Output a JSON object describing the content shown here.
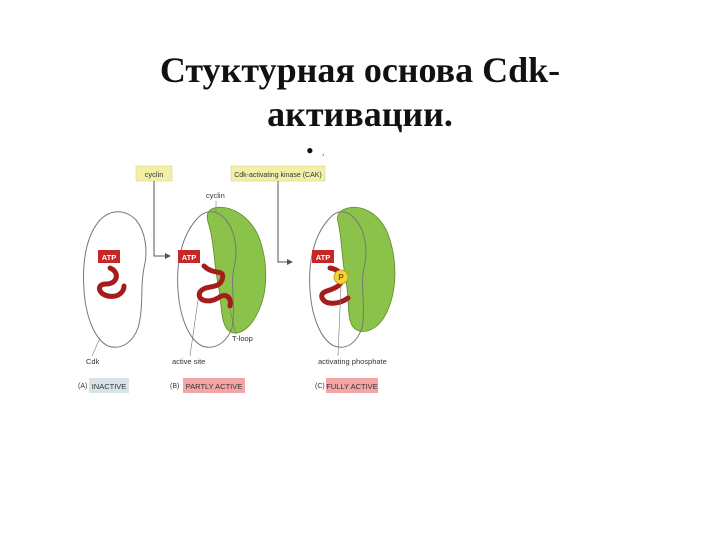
{
  "slide": {
    "title": "Стуктурная основа Cdk-активации.",
    "bullet_char": "•",
    "bullet_text": "."
  },
  "diagram": {
    "boxes": {
      "cyclin": "cyclin",
      "cak": "Cdk-activating kinase (CAK)"
    },
    "labels": {
      "cyclin": "cyclin",
      "cdk": "Cdk",
      "active_site": "active site",
      "t_loop": "T-loop",
      "activating_phosphate": "activating phosphate",
      "atp": "ATP",
      "phosphate": "P"
    },
    "states": [
      {
        "letter": "(A)",
        "status": "INACTIVE"
      },
      {
        "letter": "(B)",
        "status": "PARTLY ACTIVE"
      },
      {
        "letter": "(C)",
        "status": "FULLY ACTIVE"
      }
    ],
    "colors": {
      "cyclin_green": "#8bc34a",
      "atp_red": "#c62828",
      "t_loop_red": "#a51c1c",
      "box_yellow": "#f2f0a8",
      "inactive_bg": "#d7e3e8",
      "active_bg": "#f4a6a6",
      "phosphate_yellow": "#f5d23a"
    }
  }
}
